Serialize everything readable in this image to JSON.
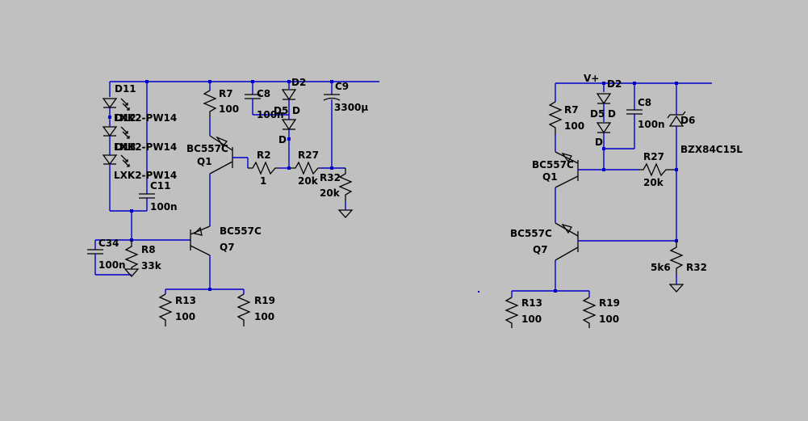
{
  "left": {
    "d11": "D11",
    "lxk_a": "LXK2-PW14",
    "d12": "D12",
    "lxk_b": "LXK2-PW14",
    "d13": "D13",
    "lxk_c": "LXK2-PW14",
    "c11": "C11",
    "c11_val": "100n",
    "r7": "R7",
    "r7_val": "100",
    "c8": "C8",
    "c8_val": "100n",
    "d2": "D2",
    "d5": "D5",
    "d": "D",
    "c9": "C9",
    "c9_val": "3300µ",
    "q1_model": "BC557C",
    "q1": "Q1",
    "r2": "R2",
    "r2_val": "1",
    "r27": "R27",
    "r27_val": "20k",
    "r32": "R32",
    "r32_val": "20k",
    "q7_model": "BC557C",
    "q7": "Q7",
    "c34": "C34",
    "c34_val": "100n",
    "r8": "R8",
    "r8_val": "33k",
    "r13": "R13",
    "r13_val": "100",
    "r19": "R19",
    "r19_val": "100"
  },
  "right": {
    "vplus": "V+",
    "d2": "D2",
    "d5": "D5",
    "d": "D",
    "r7": "R7",
    "r7_val": "100",
    "c8": "C8",
    "c8_val": "100n",
    "d6": "D6",
    "d6_val": "BZX84C15L",
    "q1_model": "BC557C",
    "q1": "Q1",
    "r27": "R27",
    "r27_val": "20k",
    "q7_model": "BC557C",
    "q7": "Q7",
    "r32": "R32",
    "r32_val": "5k6",
    "r13": "R13",
    "r13_val": "100",
    "r19": "R19",
    "r19_val": "100"
  }
}
